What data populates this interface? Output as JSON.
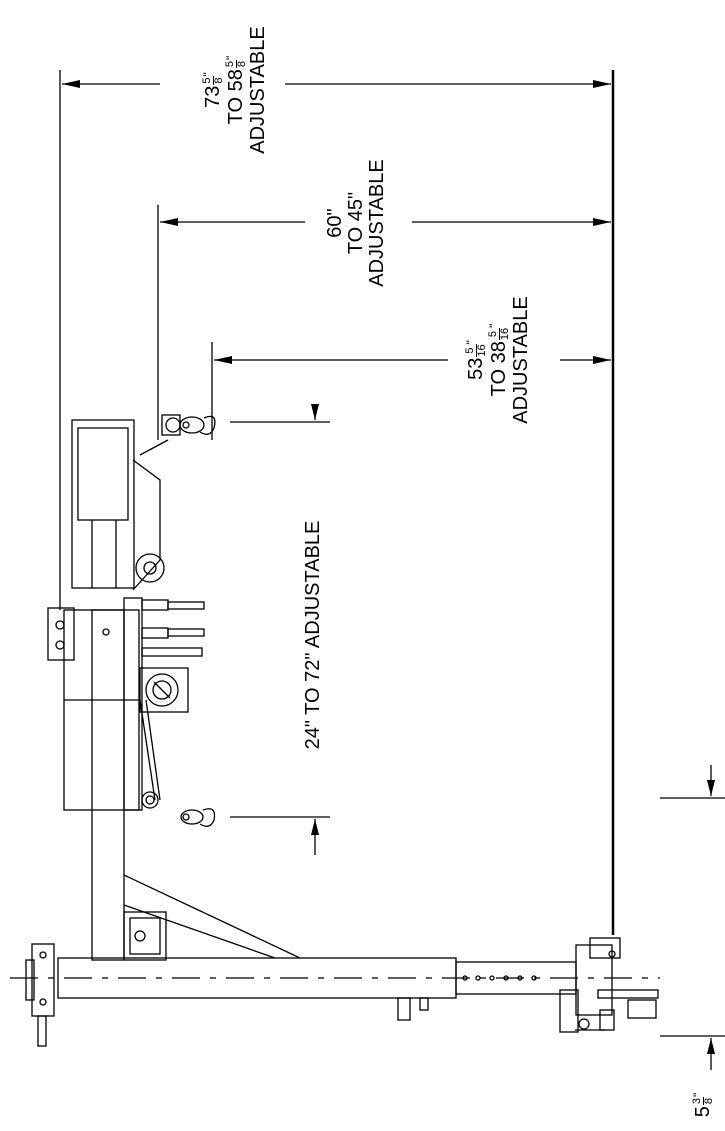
{
  "dimensions": {
    "overall": {
      "whole": "73",
      "num": "5",
      "den": "8",
      "unit": "\"",
      "line2_prefix": "TO 58",
      "line2_num": "5",
      "line2_den": "8",
      "line3": "ADJUSTABLE"
    },
    "middle": {
      "line1": "60\"",
      "line2": "TO 45\"",
      "line3": "ADJUSTABLE"
    },
    "inner": {
      "whole": "53",
      "num": "5",
      "den": "16",
      "unit": "\"",
      "line2_prefix": "TO 38",
      "line2_num": "5",
      "line2_den": "16",
      "line3": "ADJUSTABLE"
    },
    "hook_travel": {
      "text": "24\" TO 72\" ADJUSTABLE"
    },
    "base_offset": {
      "whole": "5",
      "num": "3",
      "den": "8",
      "unit": "\""
    }
  },
  "colors": {
    "line": "#000000",
    "background": "#ffffff"
  }
}
